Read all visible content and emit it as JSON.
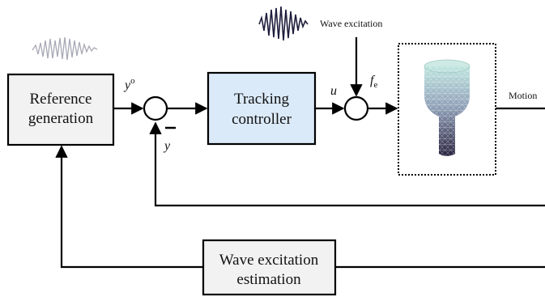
{
  "blocks": {
    "reference": {
      "line1": "Reference",
      "line2": "generation"
    },
    "tracking": {
      "line1": "Tracking",
      "line2": "controller"
    },
    "estimation": {
      "line1": "Wave excitation",
      "line2": "estimation"
    }
  },
  "signals": {
    "y_ref": "y",
    "y_ref_sup": "o",
    "y": "y",
    "u": "u",
    "fe": "f",
    "fe_sub": "e",
    "minus": "−"
  },
  "labels": {
    "wave_excitation": "Wave excitation",
    "motion": "Motion"
  },
  "colors": {
    "reference_fill": "#f2f2f2",
    "tracking_fill": "#dbeaf9",
    "estimation_fill": "#f2f2f2",
    "wave_dark": "#1e1e3c",
    "wave_light": "#a9a9b6",
    "mesh_top": "#bfe6e0",
    "mesh_bottom": "#2b2440"
  }
}
